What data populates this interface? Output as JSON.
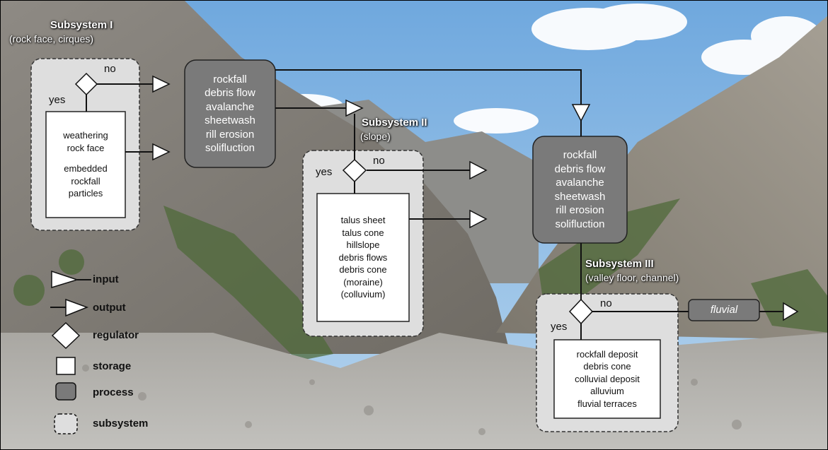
{
  "subsystem1": {
    "title": "Subsystem I",
    "subtitle": "(rock face, cirques)"
  },
  "subsystem2": {
    "title": "Subsystem II",
    "subtitle": "(slope)"
  },
  "subsystem3": {
    "title": "Subsystem III",
    "subtitle": "(valley floor, channel)"
  },
  "regulator_labels": {
    "yes": "yes",
    "no": "no"
  },
  "storage1": [
    "weathering",
    "rock face",
    "",
    "embedded",
    "rockfall",
    "particles"
  ],
  "storage2": [
    "talus sheet",
    "talus cone",
    "hillslope",
    "debris flows",
    "debris cone",
    "(moraine)",
    "(colluvium)"
  ],
  "storage3": [
    "rockfall deposit",
    "debris cone",
    "colluvial deposit",
    "alluvium",
    "fluvial terraces"
  ],
  "process1": [
    "rockfall",
    "debris flow",
    "avalanche",
    "sheetwash",
    "rill erosion",
    "solifluction"
  ],
  "process2": [
    "rockfall",
    "debris flow",
    "avalanche",
    "sheetwash",
    "rill erosion",
    "solifluction"
  ],
  "fluvial": "fluvial",
  "legend": {
    "input": "input",
    "output": "output",
    "regulator": "regulator",
    "storage": "storage",
    "process": "process",
    "subsystem": "subsystem"
  },
  "colors": {
    "process_fill": "#7a7a7a",
    "subsystem_fill": "#dedede",
    "storage_fill": "#ffffff",
    "sky": "#8fbfe6",
    "rock": "#9a958c"
  }
}
